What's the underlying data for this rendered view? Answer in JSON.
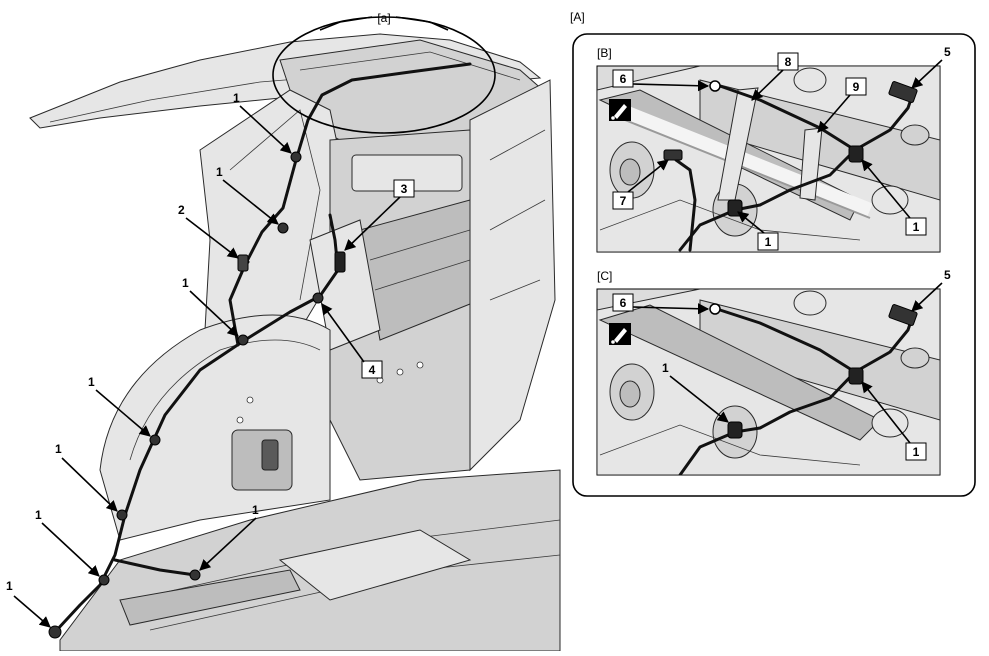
{
  "main_view": {
    "callout_label": "[a]",
    "labels": [
      "1",
      "1",
      "2",
      "1",
      "1",
      "1",
      "1",
      "1",
      "1",
      "3",
      "4"
    ]
  },
  "panel": {
    "label": "[A]",
    "detail_b": {
      "label": "[B]",
      "numbers": [
        "6",
        "8",
        "9",
        "5",
        "7",
        "1",
        "1"
      ],
      "icon": "pointer-pen-icon"
    },
    "detail_c": {
      "label": "[C]",
      "numbers": [
        "6",
        "5",
        "1",
        "1"
      ],
      "icon": "pointer-pen-icon"
    }
  }
}
